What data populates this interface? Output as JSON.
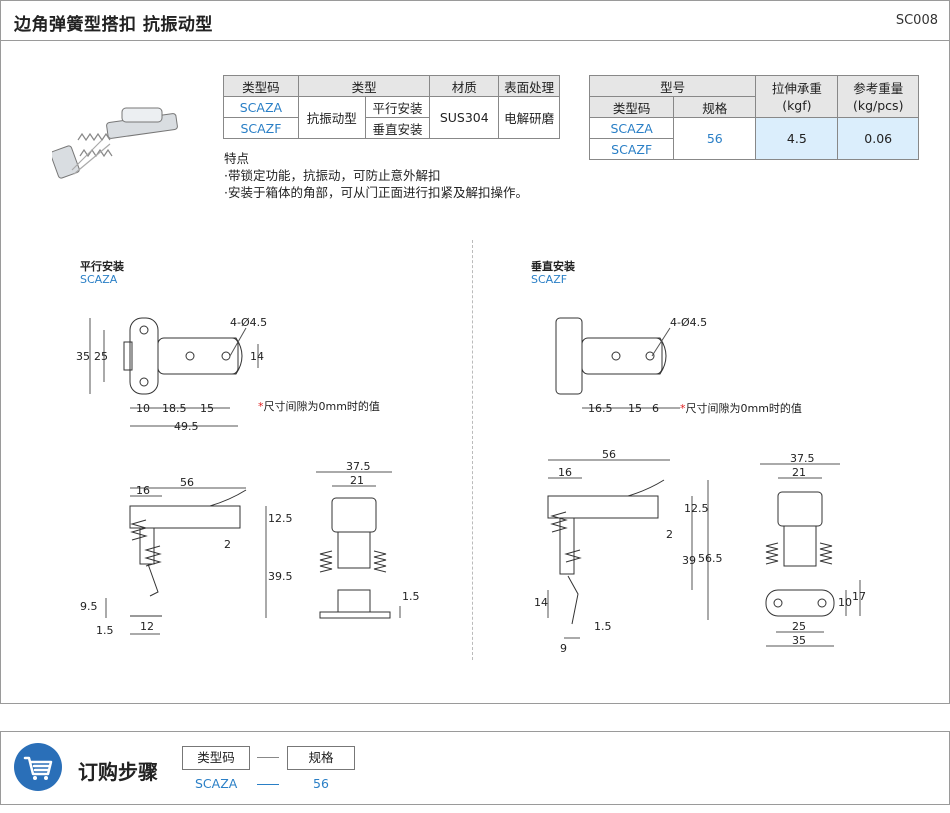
{
  "header": {
    "title": "边角弹簧型搭扣  抗振动型",
    "code": "SC008"
  },
  "type_table": {
    "headers": [
      "类型码",
      "类型",
      "材质",
      "表面处理"
    ],
    "codes": [
      "SCAZA",
      "SCAZF"
    ],
    "type_main": "抗振动型",
    "type_sub": [
      "平行安装",
      "垂直安装"
    ],
    "material": "SUS304",
    "surface": "电解研磨"
  },
  "model_table": {
    "model_header": "型号",
    "code_header": "类型码",
    "spec_header": "规格",
    "load_header": "拉伸承重",
    "load_unit": "(kgf)",
    "weight_header": "参考重量",
    "weight_unit": "(kg/pcs)",
    "codes": [
      "SCAZA",
      "SCAZF"
    ],
    "spec": "56",
    "load": "4.5",
    "weight": "0.06"
  },
  "features": {
    "title": "特点",
    "items": [
      "·带锁定功能，抗振动，可防止意外解扣",
      "·安装于箱体的角部，可从门正面进行扣紧及解扣操作。"
    ]
  },
  "left_drawing": {
    "title": "平行安装",
    "code": "SCAZA",
    "hole_label": "4-Ø4.5",
    "note": "尺寸间隙为0mm时的值",
    "dims_top": [
      "35",
      "25",
      "14",
      "10",
      "18.5",
      "15",
      "49.5"
    ],
    "dims_side": [
      "56",
      "16",
      "12.5",
      "2",
      "39.5",
      "9.5",
      "1.5",
      "12"
    ],
    "dims_front": [
      "37.5",
      "21",
      "1.5"
    ]
  },
  "right_drawing": {
    "title": "垂直安装",
    "code": "SCAZF",
    "hole_label": "4-Ø4.5",
    "note": "尺寸间隙为0mm时的值",
    "dims_top": [
      "16.5",
      "15",
      "6"
    ],
    "dims_side": [
      "56",
      "16",
      "12.5",
      "2",
      "39",
      "56.5",
      "14",
      "9",
      "1.5"
    ],
    "dims_front": [
      "37.5",
      "21",
      "10",
      "17",
      "25",
      "35"
    ]
  },
  "order": {
    "title": "订购步骤",
    "box1": "类型码",
    "box2": "规格",
    "val1": "SCAZA",
    "val2": "56"
  },
  "colors": {
    "accent": "#2a7fc6",
    "header_bg": "#e6e6e6",
    "light_blue": "#dbeefc",
    "cart_bg": "#2a6fb8",
    "note_star": "#e02020"
  }
}
